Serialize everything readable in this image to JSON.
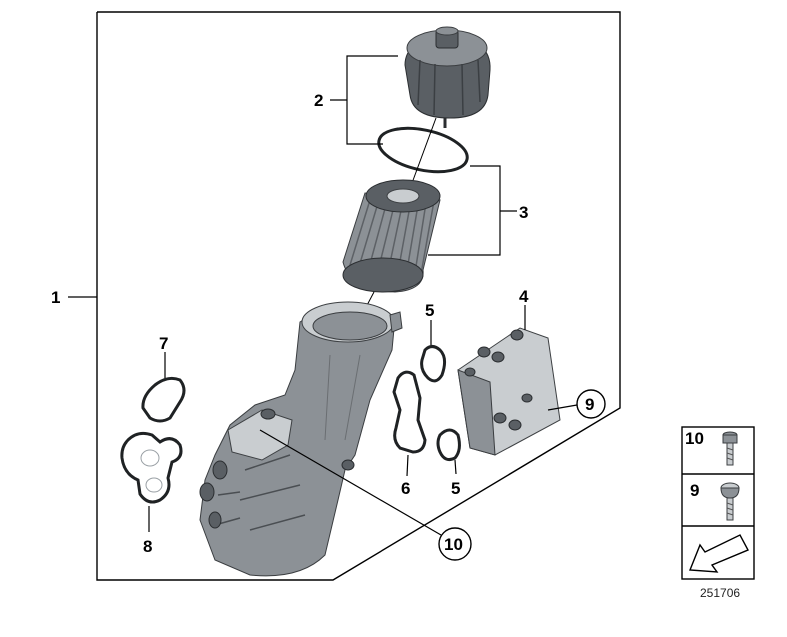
{
  "callouts": {
    "c1": "1",
    "c2": "2",
    "c3": "3",
    "c4": "4",
    "c5a": "5",
    "c5b": "5",
    "c6": "6",
    "c7": "7",
    "c8": "8",
    "c9": "9",
    "c10": "10"
  },
  "legend": {
    "row1_number": "10",
    "row2_number": "9"
  },
  "diagram_id": "251706"
}
